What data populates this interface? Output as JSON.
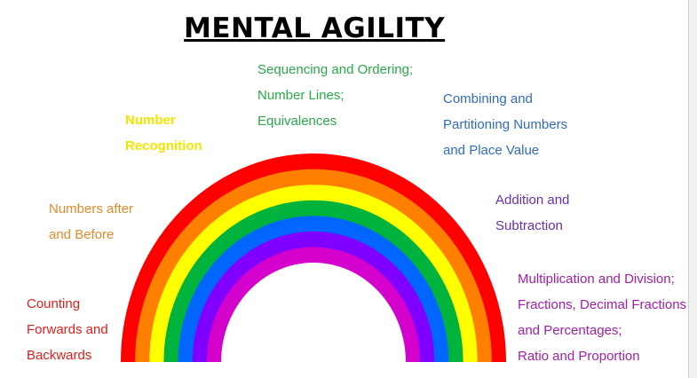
{
  "title": "MENTAL AGILITY",
  "labels": [
    {
      "text": "Counting\nForwards and\nBackwards",
      "color": "#e0201c"
    },
    {
      "text": "Numbers after\nand Before",
      "color": "#e38a2a"
    },
    {
      "text": "Number\nRecognition",
      "color": "#f2e600"
    },
    {
      "text": "Sequencing and Ordering;\nNumber Lines;\nEquivalences",
      "color": "#2aa84a"
    },
    {
      "text": "Combining and\nPartitioning Numbers\nand Place Value",
      "color": "#2f6cbf"
    },
    {
      "text": "Addition and\nSubtraction",
      "color": "#6a2fb0"
    },
    {
      "text": "Multiplication and Division;\nFractions, Decimal Fractions\nand Percentages;\nRatio and Proportion",
      "color": "#a020a8"
    }
  ],
  "bands": [
    "#ff0000",
    "#ff7f00",
    "#ffff00",
    "#00b33c",
    "#0066ff",
    "#8000ff",
    "#d400cc"
  ]
}
